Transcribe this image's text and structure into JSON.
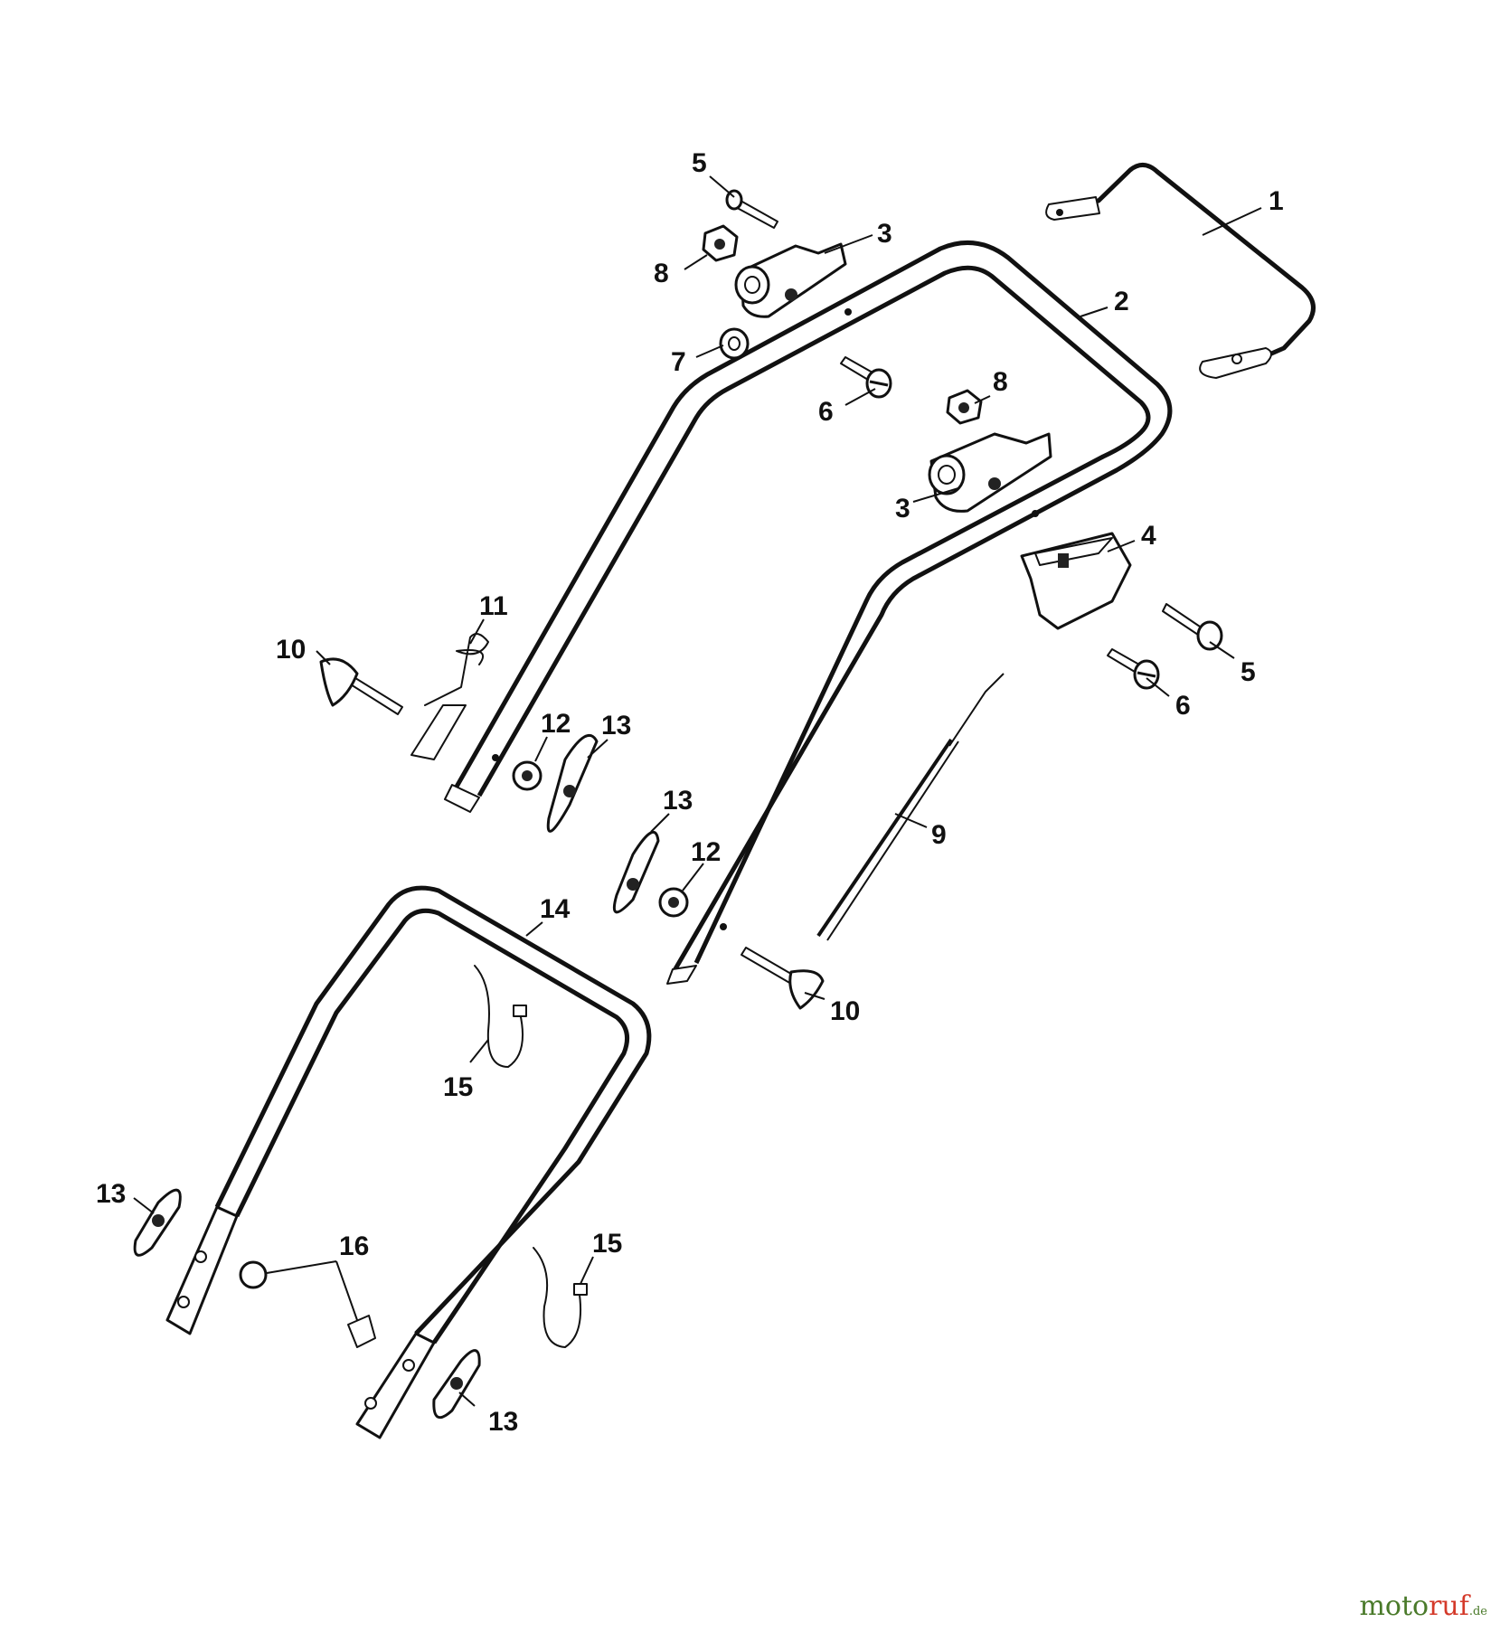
{
  "diagram": {
    "callouts": [
      {
        "id": "c1",
        "text": "1"
      },
      {
        "id": "c2",
        "text": "2"
      },
      {
        "id": "c3a",
        "text": "3"
      },
      {
        "id": "c3b",
        "text": "3"
      },
      {
        "id": "c4",
        "text": "4"
      },
      {
        "id": "c5a",
        "text": "5"
      },
      {
        "id": "c5b",
        "text": "5"
      },
      {
        "id": "c6a",
        "text": "6"
      },
      {
        "id": "c6b",
        "text": "6"
      },
      {
        "id": "c7",
        "text": "7"
      },
      {
        "id": "c8a",
        "text": "8"
      },
      {
        "id": "c8b",
        "text": "8"
      },
      {
        "id": "c9",
        "text": "9"
      },
      {
        "id": "c10a",
        "text": "10"
      },
      {
        "id": "c10b",
        "text": "10"
      },
      {
        "id": "c11",
        "text": "11"
      },
      {
        "id": "c12a",
        "text": "12"
      },
      {
        "id": "c12b",
        "text": "12"
      },
      {
        "id": "c13a",
        "text": "13"
      },
      {
        "id": "c13b",
        "text": "13"
      },
      {
        "id": "c13c",
        "text": "13"
      },
      {
        "id": "c13d",
        "text": "13"
      },
      {
        "id": "c14",
        "text": "14"
      },
      {
        "id": "c15a",
        "text": "15"
      },
      {
        "id": "c15b",
        "text": "15"
      },
      {
        "id": "c16",
        "text": "16"
      }
    ]
  },
  "watermark": {
    "part1": "moto",
    "part2": "ruf",
    "part3": ".de"
  }
}
